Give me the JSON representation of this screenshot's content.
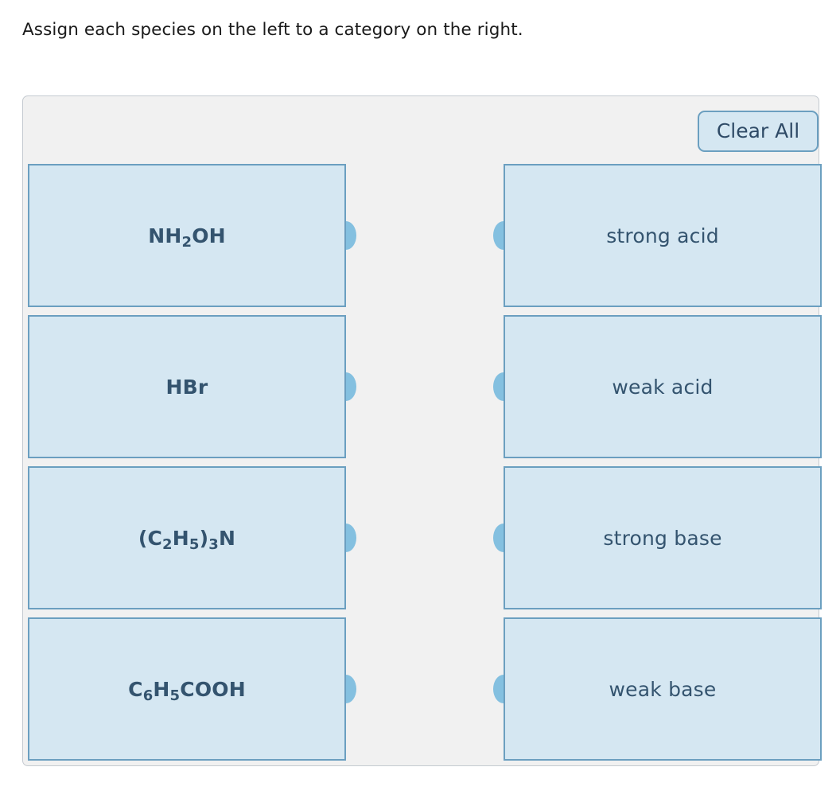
{
  "prompt": "Assign each species on the left to a category on the right.",
  "toolbar": {
    "clear_all_label": "Clear All"
  },
  "colors": {
    "tile_fill": "#d5e7f2",
    "tile_border": "#6b9fc0",
    "tile_text": "#34546f",
    "connector": "#84c0e0",
    "container_bg": "#f1f1f1",
    "container_border": "#c4cad0",
    "prompt_text": "#1a1a1a"
  },
  "left_column": {
    "name": "species",
    "items": [
      {
        "id": "species-1",
        "label_html": "NH<sub>2</sub>OH",
        "label_text": "NH2OH"
      },
      {
        "id": "species-2",
        "label_html": "HBr",
        "label_text": "HBr"
      },
      {
        "id": "species-3",
        "label_html": "(C<sub>2</sub>H<sub>5</sub>)<sub>3</sub>N",
        "label_text": "(C2H5)3N"
      },
      {
        "id": "species-4",
        "label_html": "C<sub>6</sub>H<sub>5</sub>COOH",
        "label_text": "C6H5COOH"
      }
    ]
  },
  "right_column": {
    "name": "categories",
    "items": [
      {
        "id": "category-1",
        "label_html": "strong acid",
        "label_text": "strong acid"
      },
      {
        "id": "category-2",
        "label_html": "weak acid",
        "label_text": "weak acid"
      },
      {
        "id": "category-3",
        "label_html": "strong base",
        "label_text": "strong base"
      },
      {
        "id": "category-4",
        "label_html": "weak base",
        "label_text": "weak base"
      }
    ]
  },
  "connections": []
}
